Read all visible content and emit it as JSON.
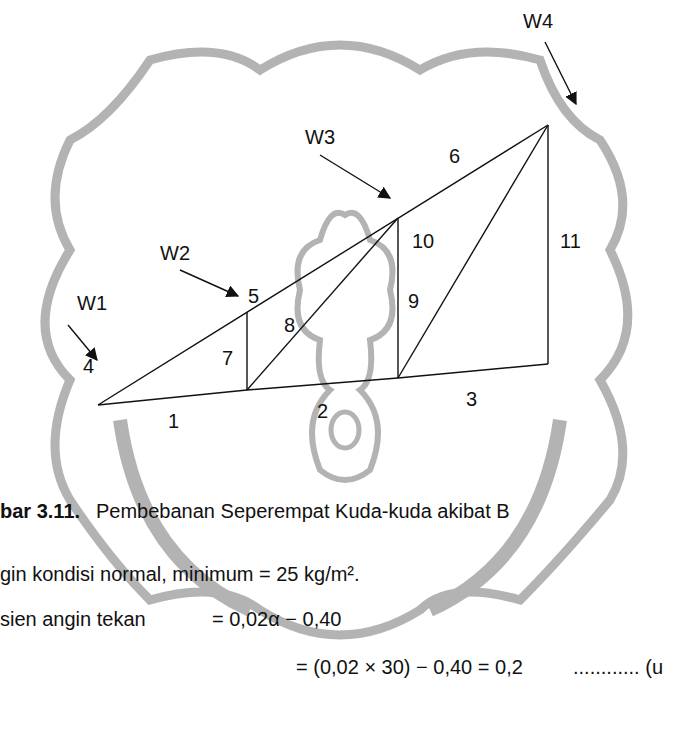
{
  "diagram": {
    "labels": [
      "W1",
      "W2",
      "W3",
      "W4",
      "1",
      "2",
      "3",
      "4",
      "5",
      "6",
      "7",
      "8",
      "9",
      "10",
      "11",
      "bar 3.11.",
      "Pembebanan Seperempat Kuda-kuda  akibat B",
      "gin kondisi normal, minimum = 25 kg/m².",
      "sien angin tekan",
      "= 0,02α − 0,40",
      "= (0,02 × 30) − 0,40 = 0,2",
      "............ (u"
    ]
  }
}
